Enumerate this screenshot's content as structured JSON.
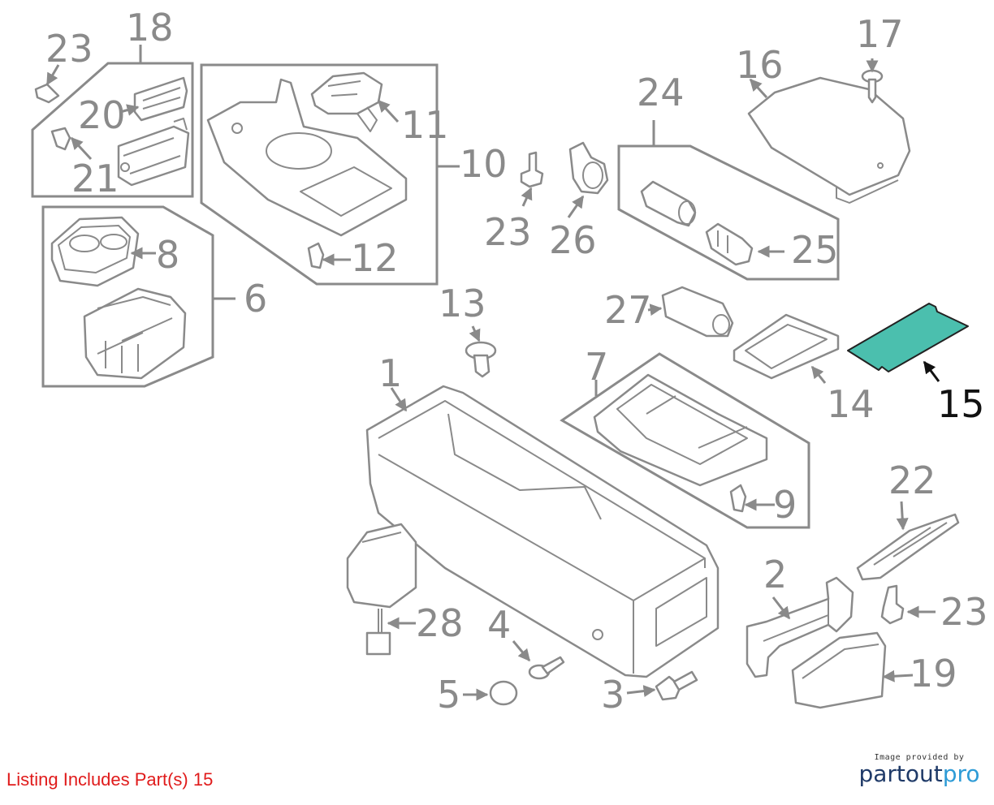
{
  "callouts": {
    "c1": "1",
    "c2": "2",
    "c3": "3",
    "c4": "4",
    "c5": "5",
    "c6": "6",
    "c7": "7",
    "c8": "8",
    "c9": "9",
    "c10": "10",
    "c11": "11",
    "c12": "12",
    "c13": "13",
    "c14": "14",
    "c15": "15",
    "c16": "16",
    "c17": "17",
    "c18": "18",
    "c19": "19",
    "c20": "20",
    "c21": "21",
    "c22": "22",
    "c23a": "23",
    "c23b": "23",
    "c23c": "23",
    "c24": "24",
    "c25": "25",
    "c26": "26",
    "c27": "27",
    "c28": "28"
  },
  "highlighted_part": "15",
  "highlight_color": "#4bbfae",
  "listing_note": "Listing Includes Part(s) 15",
  "brand": {
    "caption": "Image provided by",
    "name_part1": "partout",
    "name_part2": "pro"
  }
}
